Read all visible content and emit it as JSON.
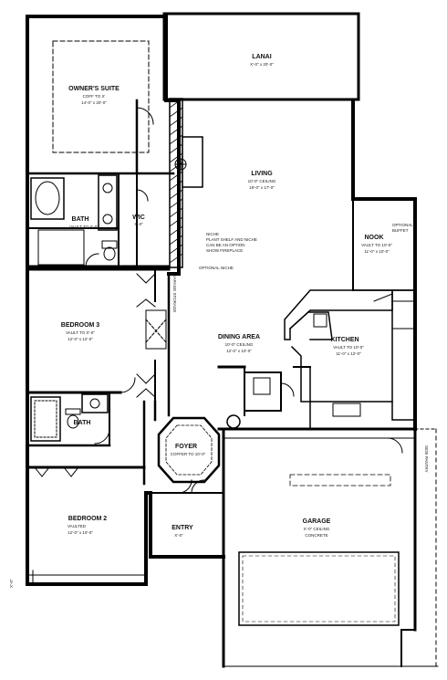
{
  "rooms": {
    "lanai": {
      "name": "LANAI",
      "size": "X'-0\" x 20'-0\""
    },
    "owners": {
      "name": "OWNER'S SUITE",
      "ceiling": "COFF TO X'",
      "size": "14'-0\" x 20'-0\""
    },
    "living": {
      "name": "LIVING",
      "ceiling": "10'-0\" CEILING",
      "size": "19'-0\" x 17'-0\""
    },
    "bath1": {
      "name": "BATH",
      "ceiling": "VAULT TO X'-0\""
    },
    "wic": {
      "name": "WIC",
      "size": "X'-0\""
    },
    "nook": {
      "name": "NOOK",
      "ceiling": "VAULT TO 10'-0\"",
      "size": "11'-0\" x 10'-0\""
    },
    "bed3": {
      "name": "BEDROOM 3",
      "ceiling": "VAULT TO X'-0\"",
      "size": "12'-0\" x 12'-0\""
    },
    "dining": {
      "name": "DINING AREA",
      "ceiling": "10'-0\" CEILING",
      "size": "12'-0\" x 10'-0\""
    },
    "kitchen": {
      "name": "KITCHEN",
      "ceiling": "VAULT TO 10'-0\"",
      "size": "11'-0\" x 12'-0\""
    },
    "bath2": {
      "name": "BATH"
    },
    "foyer": {
      "name": "FOYER",
      "ceiling": "COFFER TO 10'-0\""
    },
    "bed2": {
      "name": "BEDROOM 2",
      "ceiling": "VAULTED",
      "size": "12'-0\" x 10'-0\""
    },
    "entry": {
      "name": "ENTRY",
      "size": "X'-0\""
    },
    "garage": {
      "name": "GARAGE",
      "ceiling": "X'-0\" CEILING",
      "size": "CONCRETE"
    }
  },
  "notes": {
    "niche1": "NICHE",
    "niche2": "PLANT SHELF AND NICHE",
    "niche3": "CAN BE AN OPTION",
    "niche4": "SHOW FIREPLACE",
    "optional_niche": "OPTIONAL NICHE",
    "optional_buffet1": "OPTIONAL",
    "optional_buffet2": "BUFFET",
    "garage_storage": "GARAGE STORAGE",
    "side_tag": "SIDE PANTRY",
    "dim_left": "X'-0\""
  }
}
